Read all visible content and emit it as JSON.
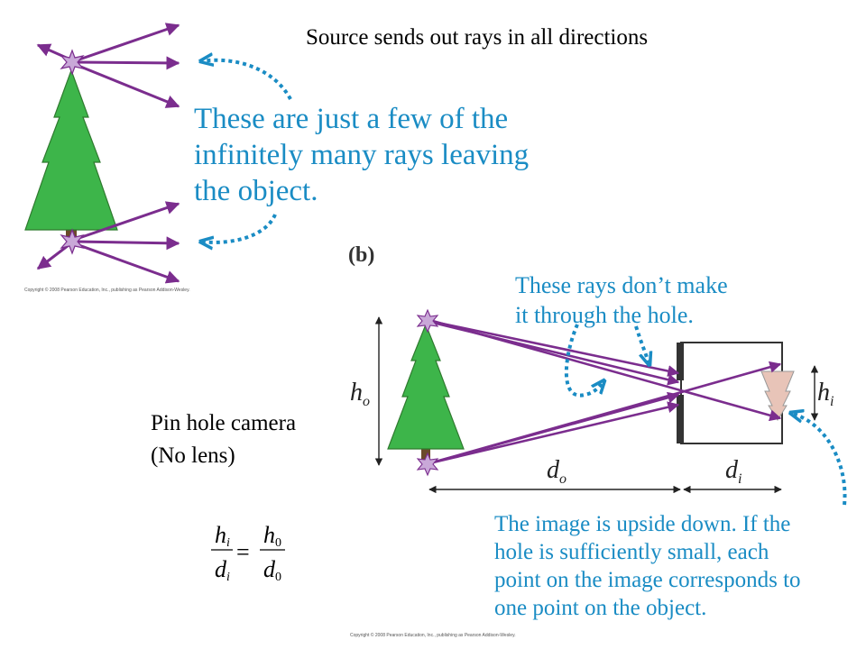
{
  "title": "Source sends out rays in all directions",
  "panel_a": {
    "note": "These are just a few of the\ninfinitely many rays leaving\nthe object.",
    "copyright": "Copyright © 2008 Pearson Education, Inc., publishing as Pearson Addison-Wesley."
  },
  "panel_b": {
    "label": "(b)",
    "note_rays": "These rays don’t make\nit through the hole.",
    "note_image": "The image is upside down. If the\nhole is sufficiently small, each\npoint on the image corresponds to\none point on the object.",
    "copyright": "Copyright © 2008 Pearson Education, Inc., publishing as Pearson Addison-Wesley.",
    "labels": {
      "h": "h",
      "d": "d",
      "o_sub": "o",
      "i_sub": "i"
    }
  },
  "pinhole": {
    "caption": "Pin hole camera\n(No lens)"
  },
  "equation": {
    "h": "h",
    "d": "d",
    "i_sub": "i",
    "zero_sub": "0",
    "equals": "="
  },
  "colors": {
    "ray": "#7b2d8e",
    "tree": "#3db54a",
    "note": "#1a8cc4",
    "star": "#c9a8d8",
    "image_tree": "#e8c4b8"
  }
}
